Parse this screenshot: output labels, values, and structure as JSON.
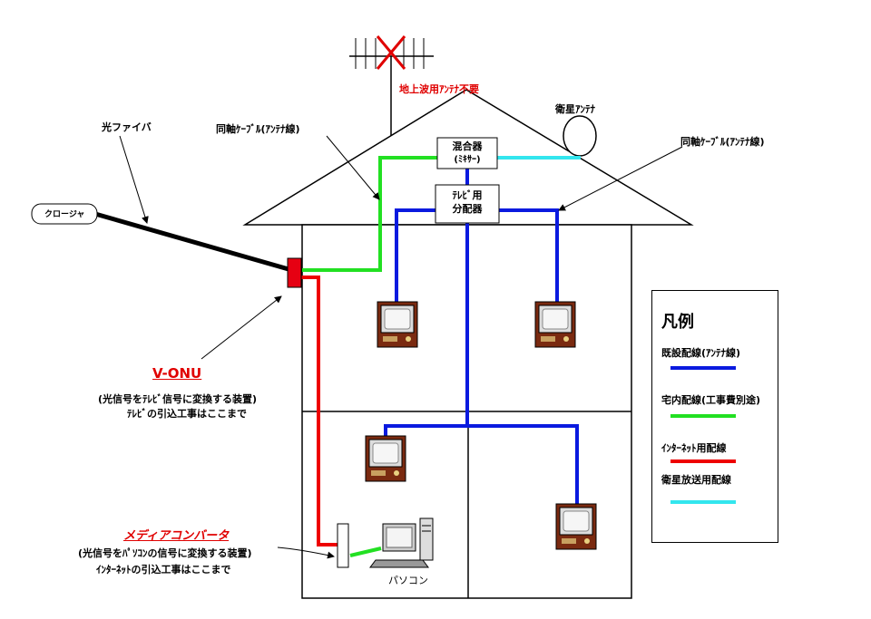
{
  "labels": {
    "antenna_not_needed": "地上波用ｱﾝﾃﾅ不要",
    "satellite_antenna": "衛星ｱﾝﾃﾅ",
    "fiber": "光ファイバ",
    "coax_left": "同軸ｹｰﾌﾞﾙ(ｱﾝﾃﾅ線)",
    "coax_right": "同軸ｹｰﾌﾞﾙ(ｱﾝﾃﾅ線)",
    "closure": "クロージャ",
    "mixer_line1": "混合器",
    "mixer_line2": "(ﾐｷｻｰ)",
    "splitter_line1": "ﾃﾚﾋﾞ用",
    "splitter_line2": "分配器",
    "vonu_title": "V-ONU",
    "vonu_desc1": "(光信号をﾃﾚﾋﾞ信号に変換する装置)",
    "vonu_desc2": "ﾃﾚﾋﾞの引込工事はここまで",
    "media_title": "メディアコンバータ",
    "media_desc1": "(光信号をﾊﾟｿｺﾝの信号に変換する装置)",
    "media_desc2": "ｲﾝﾀｰﾈｯﾄの引込工事はここまで",
    "pc": "パソコン"
  },
  "legend": {
    "title": "凡例",
    "items": [
      {
        "label": "既設配線(ｱﾝﾃﾅ線)",
        "color": "#0a1adf"
      },
      {
        "label": "宅内配線(工事費別途)",
        "color": "#22e022"
      },
      {
        "label": "ｲﾝﾀｰﾈｯﾄ用配線",
        "color": "#ee0000"
      },
      {
        "label": "衛星放送用配線",
        "color": "#33e6ee"
      }
    ]
  },
  "colors": {
    "existing": "#0a1adf",
    "inhouse": "#22e022",
    "internet": "#ee0000",
    "satellite": "#33e6ee",
    "onu": "#e60012"
  }
}
